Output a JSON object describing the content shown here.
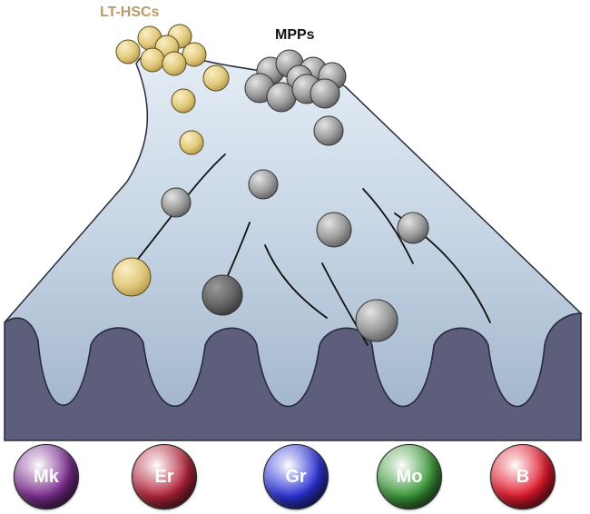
{
  "labels": {
    "lt_hscs": "LT-HSCs",
    "mpps": "MPPs"
  },
  "colors": {
    "lt_hsc_label": "#b89a6a",
    "mpp_label": "#111111",
    "landscape_top": "#e3ecf5",
    "landscape_bottom": "#9fb3cb",
    "valley_wall": "#595c7a",
    "hsc_cell": "#e3cd84",
    "mpp_cell": "#9a9a9a"
  },
  "lineages": [
    {
      "name": "Mk",
      "color": "#7b2d8f"
    },
    {
      "name": "Er",
      "color": "#b3243a"
    },
    {
      "name": "Gr",
      "color": "#2b33d6"
    },
    {
      "name": "Mo",
      "color": "#3c9a3a"
    },
    {
      "name": "B",
      "color": "#e0182a"
    }
  ]
}
